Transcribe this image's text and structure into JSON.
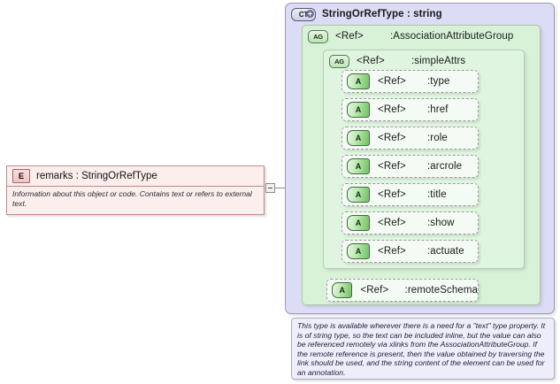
{
  "diagram": {
    "title": "XSD schema diagram for StringOrRefType",
    "colors": {
      "element_box_fill": "#fdeeee",
      "element_box_border": "#c08a8a",
      "complex_type_fill": "#dcdcf5",
      "complex_type_border": "#9a9ab4",
      "attribute_group_fill": "#d8f2d8",
      "attribute_group_inner_fill": "#dff5df",
      "attribute_fill": "#f4fbf4",
      "annotation_fill": "#eeeefb",
      "connector_line": "#8b8b9a"
    }
  },
  "element_node": {
    "icon": "element-icon",
    "icon_label": "E",
    "name": "remarks",
    "separator": " : ",
    "type": "StringOrRefType",
    "title": "remarks  :  StringOrRefType",
    "documentation": "Information about this object or code. Contains text or refers to external text.",
    "toggle": "collapse-toggle"
  },
  "complex_type": {
    "icon": "complex-type-icon",
    "icon_label": "CT",
    "expander": "plus-icon",
    "name": "StringOrRefType",
    "separator": " : ",
    "type": "string",
    "title": "StringOrRefType : string"
  },
  "attribute_groups": [
    {
      "icon": "attribute-group-icon",
      "icon_label": "AG",
      "ref": "<Ref>",
      "separator": ": ",
      "name": "AssociationAttributeGroup"
    },
    {
      "icon": "attribute-group-icon",
      "icon_label": "AG",
      "ref": "<Ref>",
      "separator": ": ",
      "name": "simpleAttrs"
    }
  ],
  "attributes": [
    {
      "icon": "attribute-icon",
      "icon_label": "A",
      "ref": "<Ref>",
      "separator": ": ",
      "name": "type"
    },
    {
      "icon": "attribute-icon",
      "icon_label": "A",
      "ref": "<Ref>",
      "separator": ": ",
      "name": "href"
    },
    {
      "icon": "attribute-icon",
      "icon_label": "A",
      "ref": "<Ref>",
      "separator": ": ",
      "name": "role"
    },
    {
      "icon": "attribute-icon",
      "icon_label": "A",
      "ref": "<Ref>",
      "separator": ": ",
      "name": "arcrole"
    },
    {
      "icon": "attribute-icon",
      "icon_label": "A",
      "ref": "<Ref>",
      "separator": ": ",
      "name": "title"
    },
    {
      "icon": "attribute-icon",
      "icon_label": "A",
      "ref": "<Ref>",
      "separator": ": ",
      "name": "show"
    },
    {
      "icon": "attribute-icon",
      "icon_label": "A",
      "ref": "<Ref>",
      "separator": ": ",
      "name": "actuate"
    }
  ],
  "remote_attribute": {
    "icon": "attribute-icon",
    "icon_label": "A",
    "ref": "<Ref>",
    "separator": ": ",
    "name": "remoteSchema"
  },
  "annotation": {
    "text": "This type is available wherever there is a need for a \"text\" type property. It is of string type, so the text can be included inline, but the value can also be referenced remotely via xlinks from the AssociationAttributeGroup. If the remote reference is present, then the value obtained by traversing the link should be used, and the string content of the element can be used for an annotation."
  }
}
